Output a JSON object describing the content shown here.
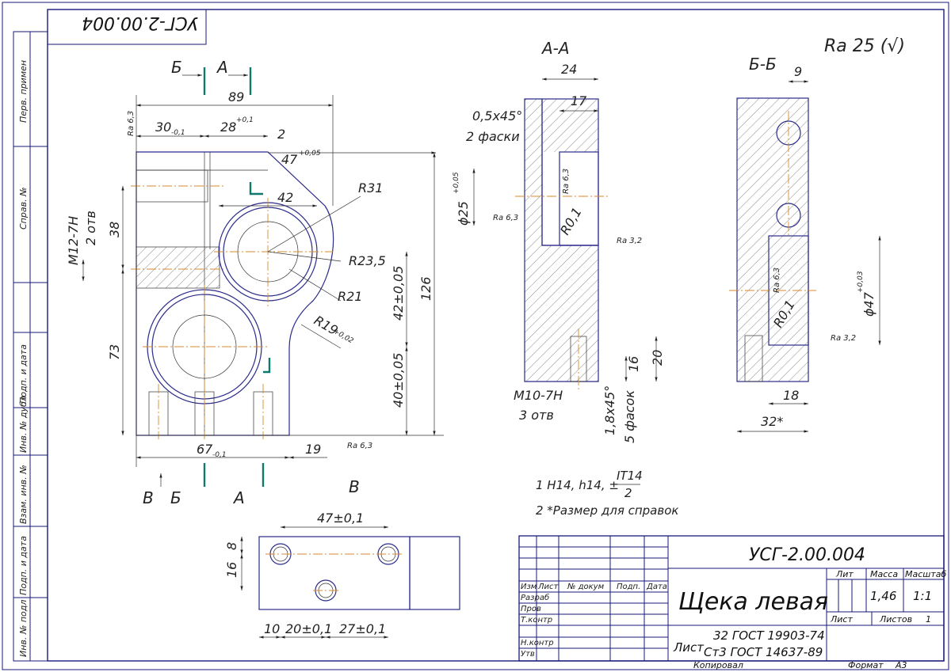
{
  "doc": {
    "code": "УСГ-2.00.004",
    "code_rotated": "УСГ-2.00.004",
    "part_name": "Щека левая",
    "material_line1": "32 ГОСТ 19903-74",
    "material_line2": "Ст3 ГОСТ 14637-89",
    "mass": "1,46",
    "scale": "1:1",
    "sheet_label": "Лист",
    "sheets_label": "Листов",
    "sheets_value": "1",
    "lit_label": "Лит",
    "mass_label": "Масса",
    "scale_label": "Масштаб",
    "copied_label": "Копировал",
    "format_label": "Формат",
    "format_value": "А3"
  },
  "stamp_rows": {
    "izm": "Изм",
    "list": "Лист",
    "doc_no": "№ докум",
    "sign": "Подп.",
    "date": "Дата",
    "razrab": "Разраб",
    "prov": "Пров",
    "tkontr": "Т.контр",
    "nkontr": "Н.контр",
    "utv": "Утв"
  },
  "side_labels": {
    "perv_primen": "Перв. примен",
    "sprav_no": "Справ. №",
    "podp_data1": "Подп. и дата",
    "inv_dubl": "Инв. № дубл",
    "vzam_inv": "Взам. инв. №",
    "podp_data2": "Подп. и дата",
    "inv_podl": "Инв. № подл"
  },
  "roughness_general": "Ra 25 (√)",
  "sections": {
    "aa": "А-А",
    "bb": "Б-Б",
    "view_v": "В",
    "cut_a": "А",
    "cut_b": "Б",
    "view_arrow": "В"
  },
  "main_view": {
    "d89": "89",
    "d30": "30",
    "d30_tol": "-0,1",
    "d28": "28",
    "d28_tol": "+0,1",
    "d2": "2",
    "d47": "47",
    "d47_tol": "+0,05",
    "d42": "42",
    "r31": "R31",
    "r23": "R23,5",
    "r21": "R21",
    "r19": "R19",
    "r19_tol": "+0,02",
    "thread": "M12-7H",
    "thread_n": "2 отв",
    "d38": "38",
    "d73": "73",
    "d42v": "42±0,05",
    "d40v": "40±0,05",
    "d126": "126",
    "d67": "67",
    "d67_tol": "-0,1",
    "d19": "19",
    "ra63_a": "Ra 6,3",
    "ra63_b": "Ra 6,3"
  },
  "section_aa": {
    "d24": "24",
    "d17": "17",
    "chamfer": "0,5x45°",
    "chamfer_n": "2 фаски",
    "dia25": "ϕ25",
    "dia25_tol": "+0,05",
    "ra63_c": "Ra 6,3",
    "ra63_d": "Ra 6,3",
    "r01": "R0,1",
    "ra32_a": "Ra 3,2",
    "thread": "M10-7H",
    "thread_n": "3 отв",
    "d16": "16",
    "d20": "20",
    "ch18": "1,8x45°",
    "ch18_n": "5 фасок"
  },
  "section_bb": {
    "d9": "9",
    "dia47": "ϕ47",
    "dia47_tol": "+0,03",
    "ra63_e": "Ra 6,3",
    "r01": "R0,1",
    "ra32_b": "Ra 3,2",
    "d18": "18",
    "d32": "32*"
  },
  "view_v": {
    "d47": "47±0,1",
    "d8": "8",
    "d16": "16",
    "d10": "10",
    "d20": "20±0,1",
    "d27": "27±0,1"
  },
  "notes": {
    "n1": "1  H14, h14, ±",
    "n1_frac_top": "IT14",
    "n1_frac_bot": "2",
    "n2": "2  *Размер для справок"
  }
}
